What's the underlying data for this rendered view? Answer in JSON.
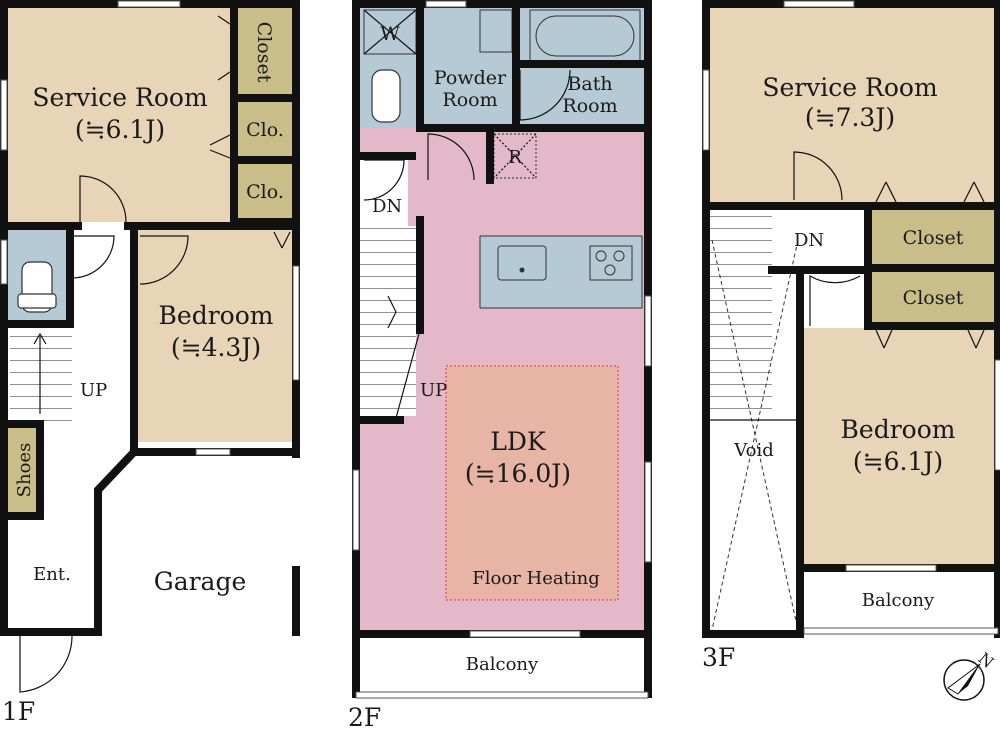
{
  "colors": {
    "room": "#e8d4b6",
    "closet": "#c9bd8a",
    "wet": "#b6cad5",
    "ldk": "#e3b8c8",
    "floor_heating": "#e8b4a6",
    "white": "#ffffff"
  },
  "floors": {
    "f1": {
      "label": "1F",
      "rooms": {
        "service_room": "Service Room",
        "service_room_size": "(≒6.1J)",
        "closet": "Closet",
        "clo_1": "Clo.",
        "clo_2": "Clo.",
        "bedroom": "Bedroom",
        "bedroom_size": "(≒4.3J)",
        "up": "UP",
        "shoes": "Shoes",
        "entrance": "Ent.",
        "garage": "Garage"
      }
    },
    "f2": {
      "label": "2F",
      "rooms": {
        "washer": "W",
        "powder_room_1": "Powder",
        "powder_room_2": "Room",
        "bath_room_1": "Bath",
        "bath_room_2": "Room",
        "refrigerator": "R",
        "down": "DN",
        "up": "UP",
        "ldk": "LDK",
        "ldk_size": "(≒16.0J)",
        "floor_heating": "Floor Heating",
        "balcony": "Balcony"
      }
    },
    "f3": {
      "label": "3F",
      "rooms": {
        "service_room": "Service Room",
        "service_room_size": "(≒7.3J)",
        "down": "DN",
        "closet_1": "Closet",
        "closet_2": "Closet",
        "void": "Void",
        "bedroom": "Bedroom",
        "bedroom_size": "(≒6.1J)",
        "balcony": "Balcony"
      }
    }
  },
  "compass": {
    "north": "N"
  }
}
